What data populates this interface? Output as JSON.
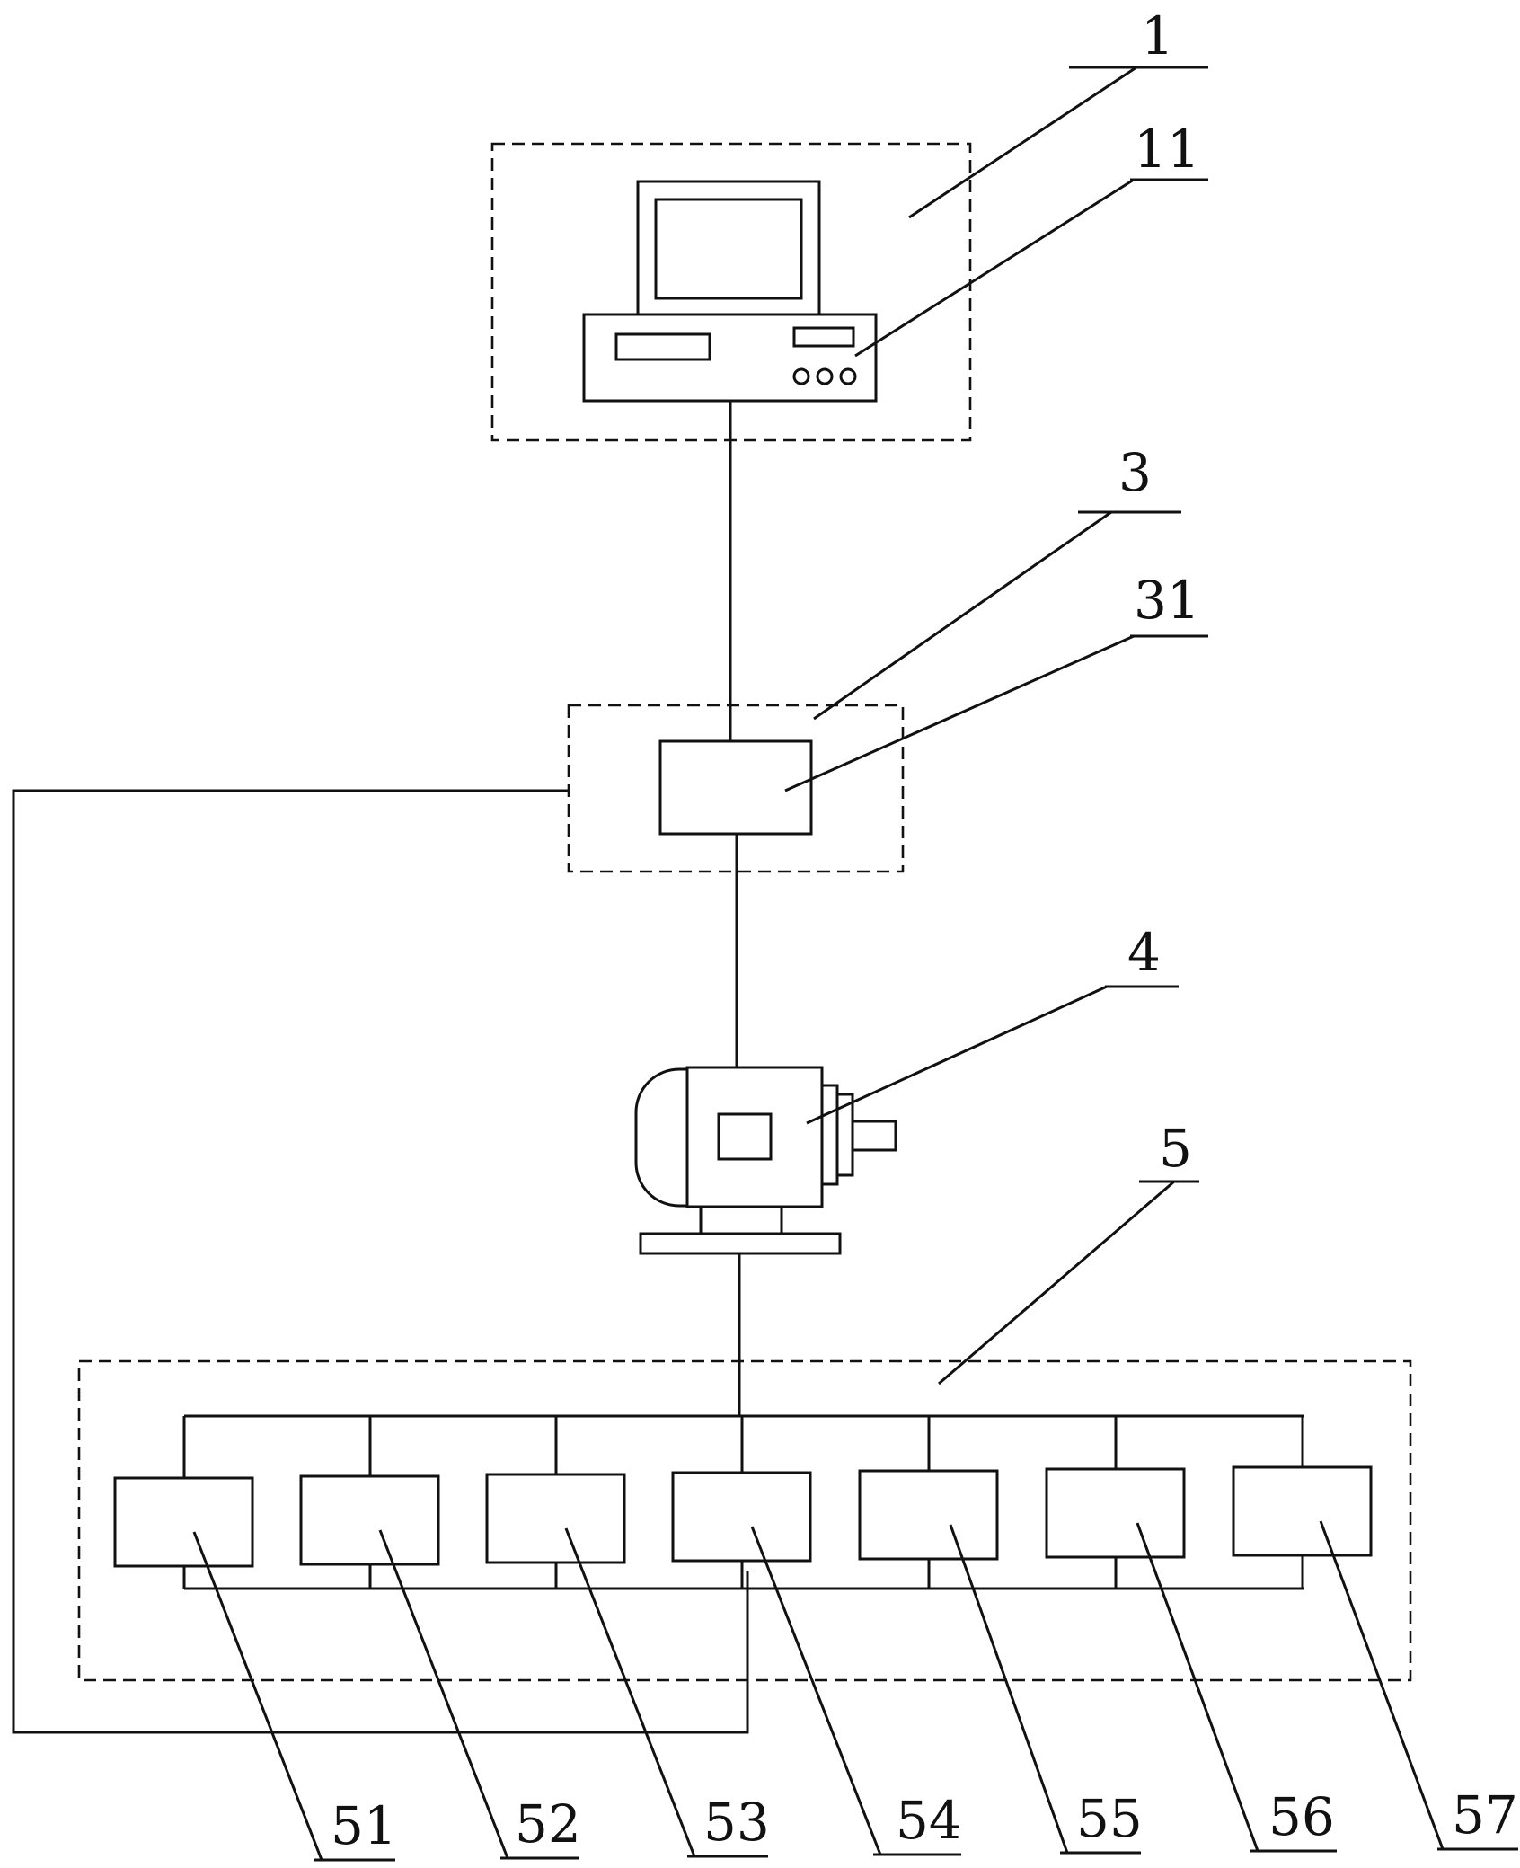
{
  "labels": {
    "computer": "1",
    "computer_host": "11",
    "controller": "3",
    "controller_module": "31",
    "motor": "4",
    "module_group": "5",
    "modules": [
      "51",
      "52",
      "53",
      "54",
      "55",
      "56",
      "57"
    ]
  }
}
